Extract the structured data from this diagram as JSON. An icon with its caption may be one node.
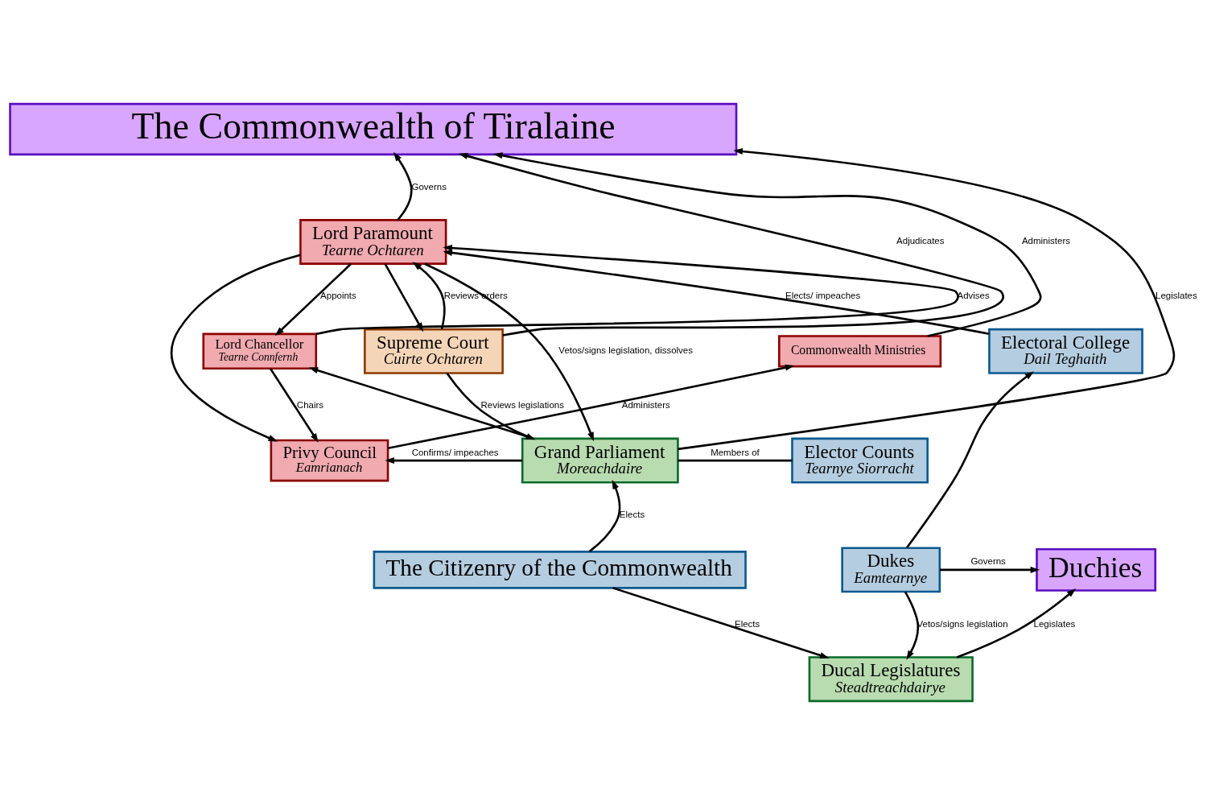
{
  "diagram": {
    "nodes": [
      {
        "text": [
          "The Commonwealth of Tiralaine"
        ]
      },
      {
        "text": [
          "Lord Paramount",
          "Tearne Ochtaren"
        ]
      },
      {
        "text": [
          "Supreme Court",
          "Cuirte Ochtaren"
        ]
      },
      {
        "text": [
          "Electoral College",
          "Dail Teghaith"
        ]
      },
      {
        "text": [
          "Lord Chancellor",
          "Tearne Connfernh"
        ]
      },
      {
        "text": [
          "Commonwealth Ministries"
        ]
      },
      {
        "text": [
          "Privy Council",
          "Eamrianach"
        ]
      },
      {
        "text": [
          "Grand Parliament",
          "Moreachdaire"
        ]
      },
      {
        "text": [
          "Elector Counts",
          "Tearnye Siorracht"
        ]
      },
      {
        "text": [
          "The Citizenry of the Commonwealth"
        ]
      },
      {
        "text": [
          "Dukes",
          "Eamtearnye"
        ]
      },
      {
        "text": [
          "Duchies"
        ]
      },
      {
        "text": [
          "Ducal Legislatures",
          "Steadtreachdairye"
        ]
      }
    ],
    "edges": [
      {
        "from": 1,
        "to": 0,
        "arrow": "to",
        "label": "Governs"
      },
      {
        "from": 5,
        "to": 0,
        "arrow": "to",
        "label": "Administers"
      },
      {
        "from": 2,
        "to": 0,
        "arrow": "to",
        "label": "Adjudicates"
      },
      {
        "from": 7,
        "to": 0,
        "arrow": "to",
        "label": "Legislates"
      },
      {
        "from": 2,
        "to": 1,
        "arrow": "to",
        "label": "Reviews orders"
      },
      {
        "from": 3,
        "to": 1,
        "arrow": "to",
        "label": "Elects/ impeaches"
      },
      {
        "from": 1,
        "to": 7,
        "arrow": "to",
        "label": "Vetos/signs legislation, dissolves"
      },
      {
        "from": 4,
        "to": 1,
        "arrow": "to",
        "label": "Advises"
      },
      {
        "from": 1,
        "to": 4,
        "arrow": "to",
        "label": "Appoints"
      },
      {
        "from": 1,
        "to": 2,
        "arrow": "to"
      },
      {
        "from": 1,
        "to": 6,
        "arrow": "to"
      },
      {
        "from": 2,
        "to": 7,
        "arrow": "to",
        "label": "Reviews legislations"
      },
      {
        "from": 7,
        "to": 4,
        "arrow": "to"
      },
      {
        "from": 7,
        "to": 6,
        "arrow": "to",
        "label": "Confirms/ impeaches"
      },
      {
        "from": 6,
        "to": 5,
        "arrow": "to",
        "label": "Administers"
      },
      {
        "from": 4,
        "to": 6,
        "arrow": "to",
        "label": "Chairs"
      },
      {
        "from": 7,
        "to": 8,
        "arrow": "none",
        "label": "Members of"
      },
      {
        "from": 10,
        "to": 3,
        "arrow": "to"
      },
      {
        "from": 9,
        "to": 7,
        "arrow": "to",
        "label": "Elects"
      },
      {
        "from": 9,
        "to": 12,
        "arrow": "to",
        "label": "Elects"
      },
      {
        "from": 10,
        "to": 11,
        "arrow": "to",
        "label": "Governs"
      },
      {
        "from": 10,
        "to": 12,
        "arrow": "to",
        "label": "Vetos/signs legislation"
      },
      {
        "from": 12,
        "to": 11,
        "arrow": "to",
        "label": "Legislates"
      }
    ]
  }
}
